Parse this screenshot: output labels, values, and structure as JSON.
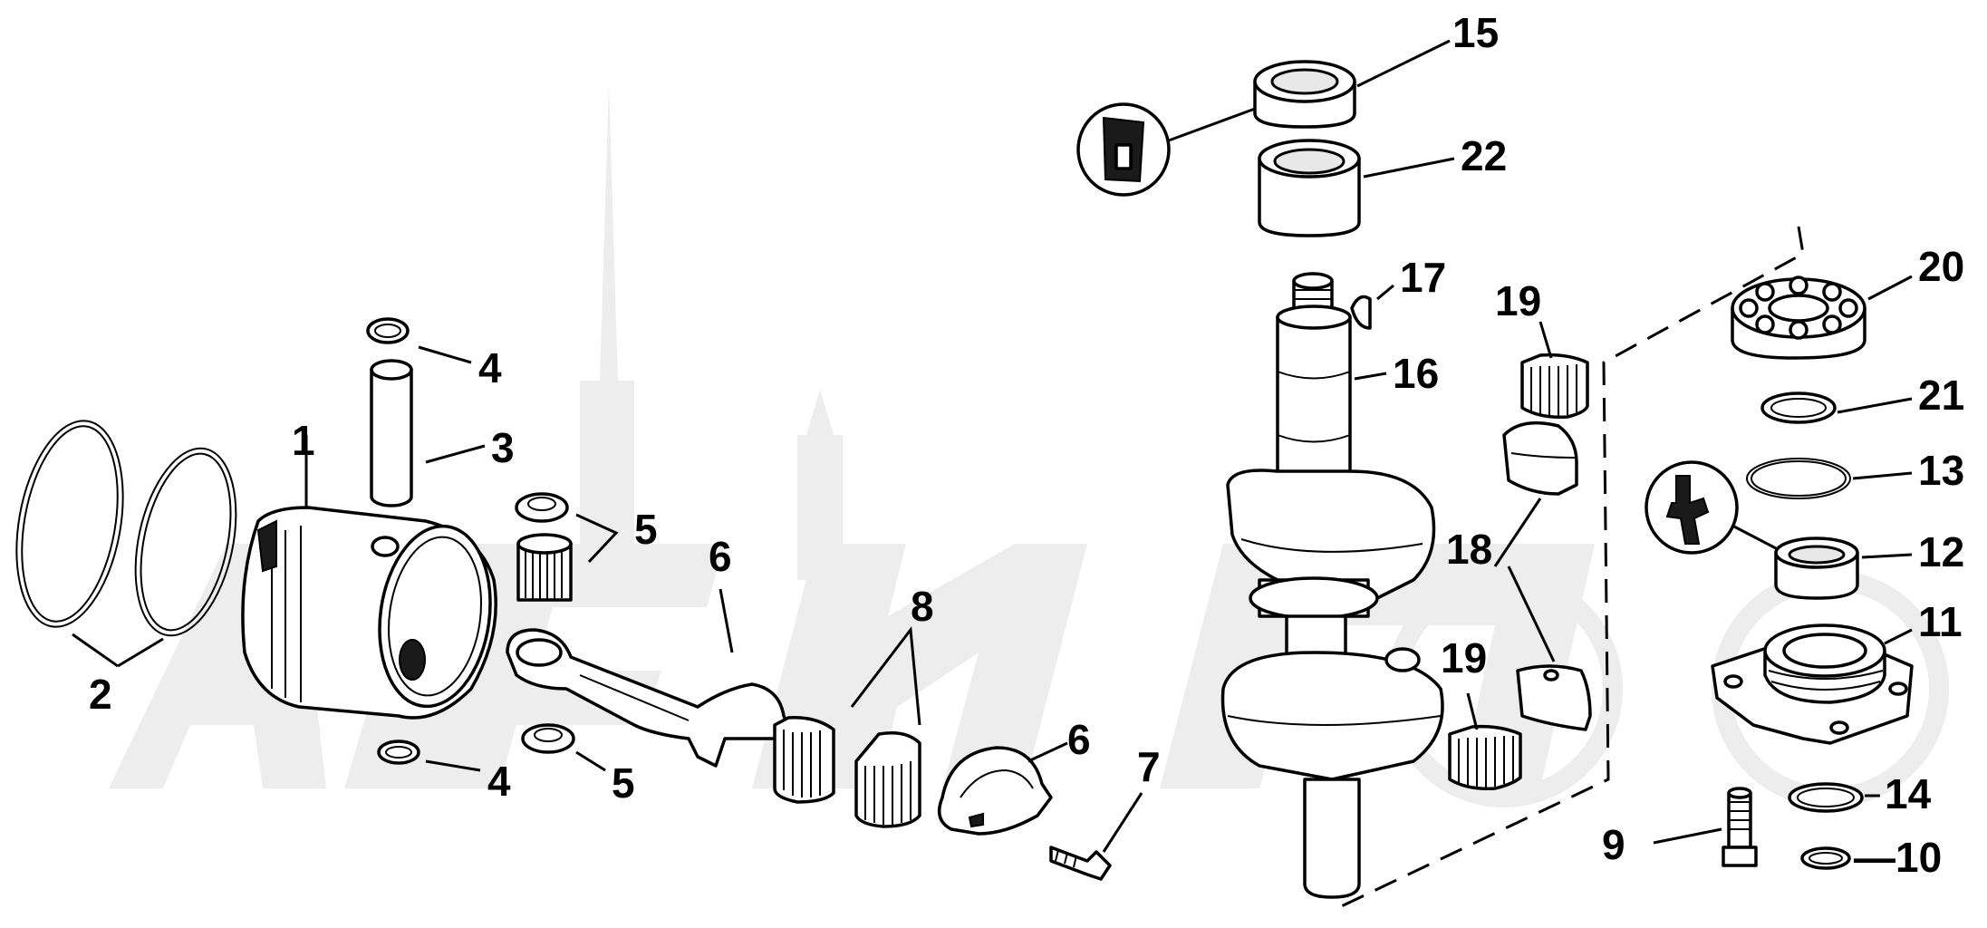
{
  "labels": {
    "l1": "1",
    "l2": "2",
    "l3": "3",
    "l4a": "4",
    "l4b": "4",
    "l5a": "5",
    "l5b": "5",
    "l6a": "6",
    "l6b": "6",
    "l7": "7",
    "l8": "8",
    "l9": "9",
    "l10": "—10",
    "l11": "11",
    "l12": "12",
    "l13": "13",
    "l14": "14",
    "l15": "15",
    "l16": "16",
    "l17": "17",
    "l18": "18",
    "l19a": "19",
    "l19b": "19",
    "l20": "20",
    "l21": "21",
    "l22": "22"
  },
  "colors": {
    "line": "#000000",
    "background": "#ffffff",
    "watermark": "#ededed"
  }
}
